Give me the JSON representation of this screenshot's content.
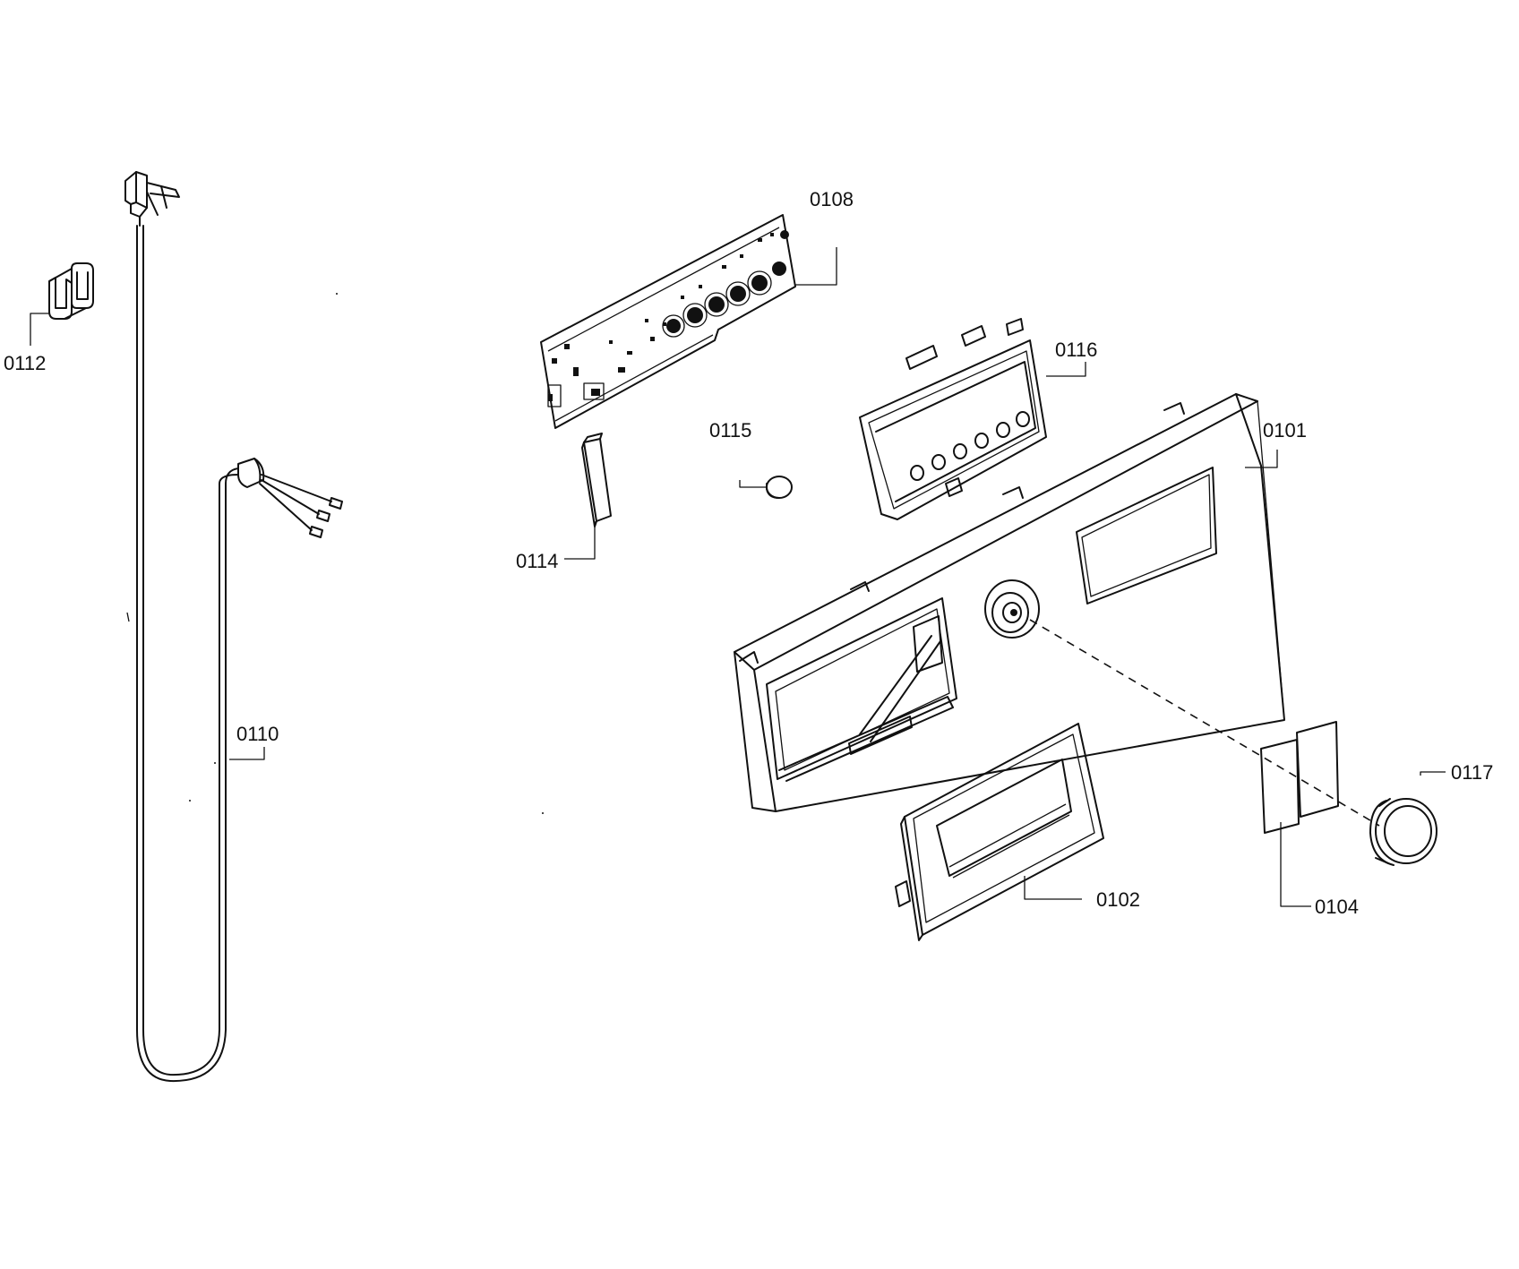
{
  "labels": {
    "p0101": "0101",
    "p0102": "0102",
    "p0104": "0104",
    "p0108": "0108",
    "p0110": "0110",
    "p0112": "0112",
    "p0114": "0114",
    "p0115": "0115",
    "p0116": "0116",
    "p0117": "0117"
  }
}
